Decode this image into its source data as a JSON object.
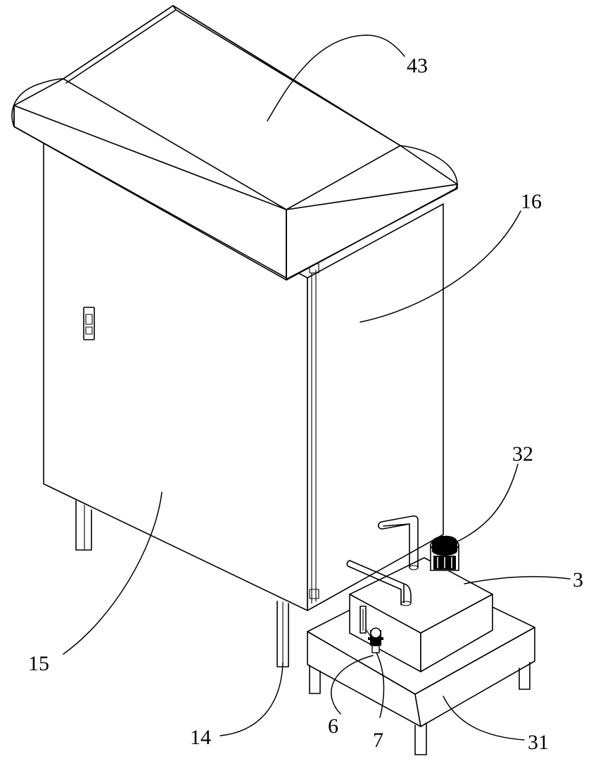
{
  "labels": {
    "l43": "43",
    "l16": "16",
    "l32": "32",
    "l3": "3",
    "l15": "15",
    "l14": "14",
    "l6": "6",
    "l7": "7",
    "l31": "31"
  },
  "colors": {
    "line": "#000000",
    "background": "#ffffff"
  }
}
